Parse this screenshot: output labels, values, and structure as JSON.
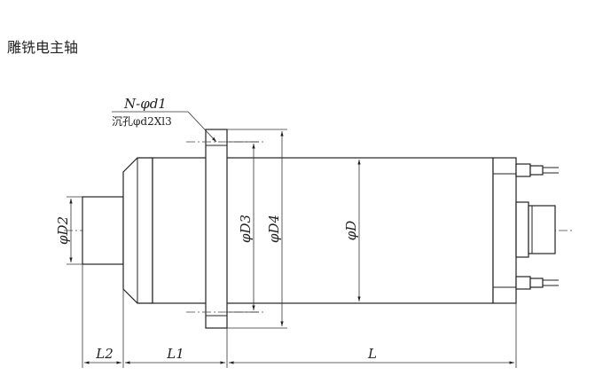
{
  "title": "雕铣电主轴",
  "annotations": {
    "hole_spec": "N-φd1",
    "counterbore_spec": "沉孔φd2Xl3"
  },
  "dimensions": {
    "d2": "φD2",
    "d3": "φD3",
    "d4": "φD4",
    "d": "φD",
    "l2": "L2",
    "l1": "L1",
    "l": "L"
  },
  "colors": {
    "line": "#222222",
    "background": "#ffffff"
  }
}
